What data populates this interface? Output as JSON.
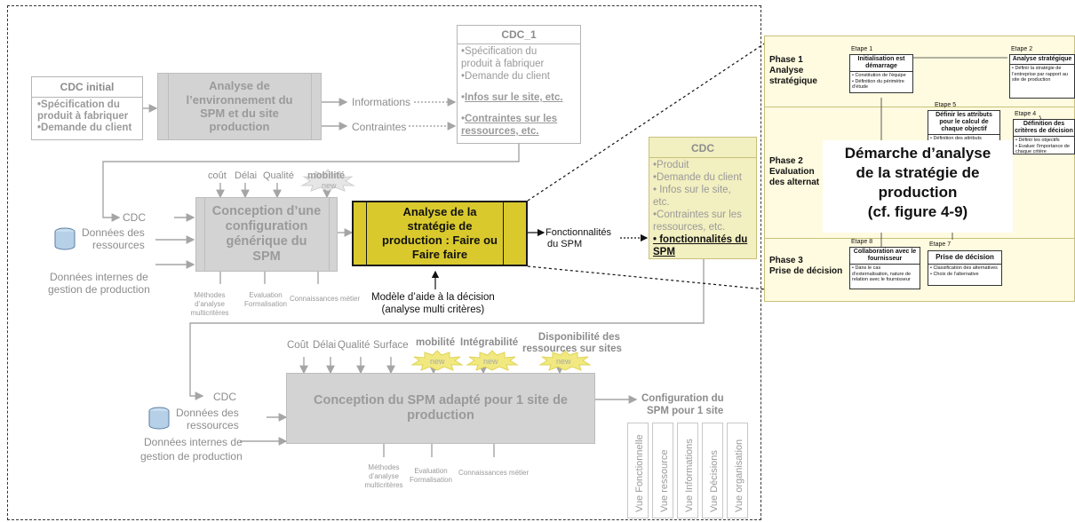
{
  "cdc_initial": {
    "title": "CDC initial",
    "items": [
      "•Spécification du",
      "produit à fabriquer",
      "•Demande du client"
    ]
  },
  "analyse_env": {
    "label": "Analyse de l’environnement du SPM et du site production"
  },
  "informations_label": "Informations",
  "contraintes_label": "Contraintes",
  "cdc1": {
    "title": "CDC_1",
    "items": [
      "•Spécification du",
      "produit à fabriquer",
      "•Demande du client"
    ],
    "infos": "Infos sur le site, etc.",
    "contraintes_line1": "Contraintes sur les",
    "contraintes_line2": "ressources, etc."
  },
  "conception_generique": {
    "label": "Conception d’une configuration générique du SPM",
    "inputs": [
      "coût",
      "Délai",
      "Qualité",
      "mobilité"
    ],
    "new": "new",
    "cdc": "CDC",
    "donnees_ressources": [
      "Données des",
      "ressources"
    ],
    "donnees_internes": [
      "Données internes de",
      "gestion de production"
    ],
    "bottom": [
      "Méthodes d’analyse multicritères",
      "Evaluation Formalisation",
      "Connaissances métier"
    ]
  },
  "analyse_strategie": {
    "label": "Analyse de la stratégie de production : Faire ou Faire faire",
    "output": [
      "Fonctionnalités",
      "du SPM"
    ],
    "modele": [
      "Modèle d’aide à la décision",
      "(analyse multi critères)"
    ]
  },
  "cdc_right": {
    "title": "CDC",
    "items": [
      "•Produit",
      "•Demande du client",
      "• Infos sur le site,",
      "etc.",
      "•Contraintes sur les",
      "ressources, etc."
    ],
    "fonct": "• fonctionnalités du",
    "spm": "SPM"
  },
  "conception_adapte": {
    "label": "Conception du SPM adapté pour 1 site de production",
    "inputs": [
      "Coût",
      "Délai",
      "Qualité",
      "Surface",
      "mobilité",
      "Intégrabilité",
      "Disponibilité des",
      "ressources sur sites"
    ],
    "new": "new",
    "cdc": "CDC",
    "donnees_ressources": [
      "Données des",
      "ressources"
    ],
    "donnees_internes": [
      "Données internes de",
      "gestion de production"
    ],
    "bottom": [
      "Méthodes d’analyse multicritères",
      "Evaluation Formalisation",
      "Connaissances métier"
    ],
    "output": [
      "Configuration du",
      "SPM pour 1 site"
    ],
    "vues": [
      "Vue Fonctionnelle",
      "Vue ressource",
      "Vue Informations",
      "Vue Décisions",
      "Vue organisation"
    ]
  },
  "figure": {
    "phases": [
      {
        "name": [
          "Phase 1",
          "Analyse",
          "stratégique"
        ]
      },
      {
        "name": [
          "Phase 2",
          "Evaluation",
          "des alternat"
        ]
      },
      {
        "name": [
          "Phase 3",
          "Prise de décision"
        ]
      }
    ],
    "steps": [
      {
        "label": "Etape 1",
        "title": "Initialisation est démarrage",
        "body": "• Constitution de l’équipe\n• Définition du périmètre d’étude"
      },
      {
        "label": "Etape 2",
        "title": "Analyse stratégique",
        "body": "• Définir la stratégie de l’entreprise par rapport au site de production"
      },
      {
        "label": "Etape 5",
        "title": "Définir les attributs pour le calcul de chaque objectif",
        "body": "• Définition des attributs\n• Méthodes de calcul de"
      },
      {
        "label": "Etape 4",
        "title": "Définition des critères de décision",
        "body": "• Définir les objectifs\n• Evaluer l’importance de chaque critère"
      },
      {
        "label": "Etape 8",
        "title": "Collaboration avec le fournisseur",
        "body": "• Dans le cas d’externalisation, nature de relation avec le fournisseur"
      },
      {
        "label": "Etape 7",
        "title": "Prise de décision",
        "body": "• Classification des alternatives\n• Choix de l’alternative"
      }
    ],
    "overlay": [
      "Démarche d’analyse",
      "de la stratégie de",
      "production",
      "(cf. figure 4-9)"
    ]
  },
  "colors": {
    "yellow": "#d9c92c",
    "yellow_light": "#f2efc0",
    "grey_block": "#d3d3d3",
    "phase_bg": "#fffbe0"
  }
}
